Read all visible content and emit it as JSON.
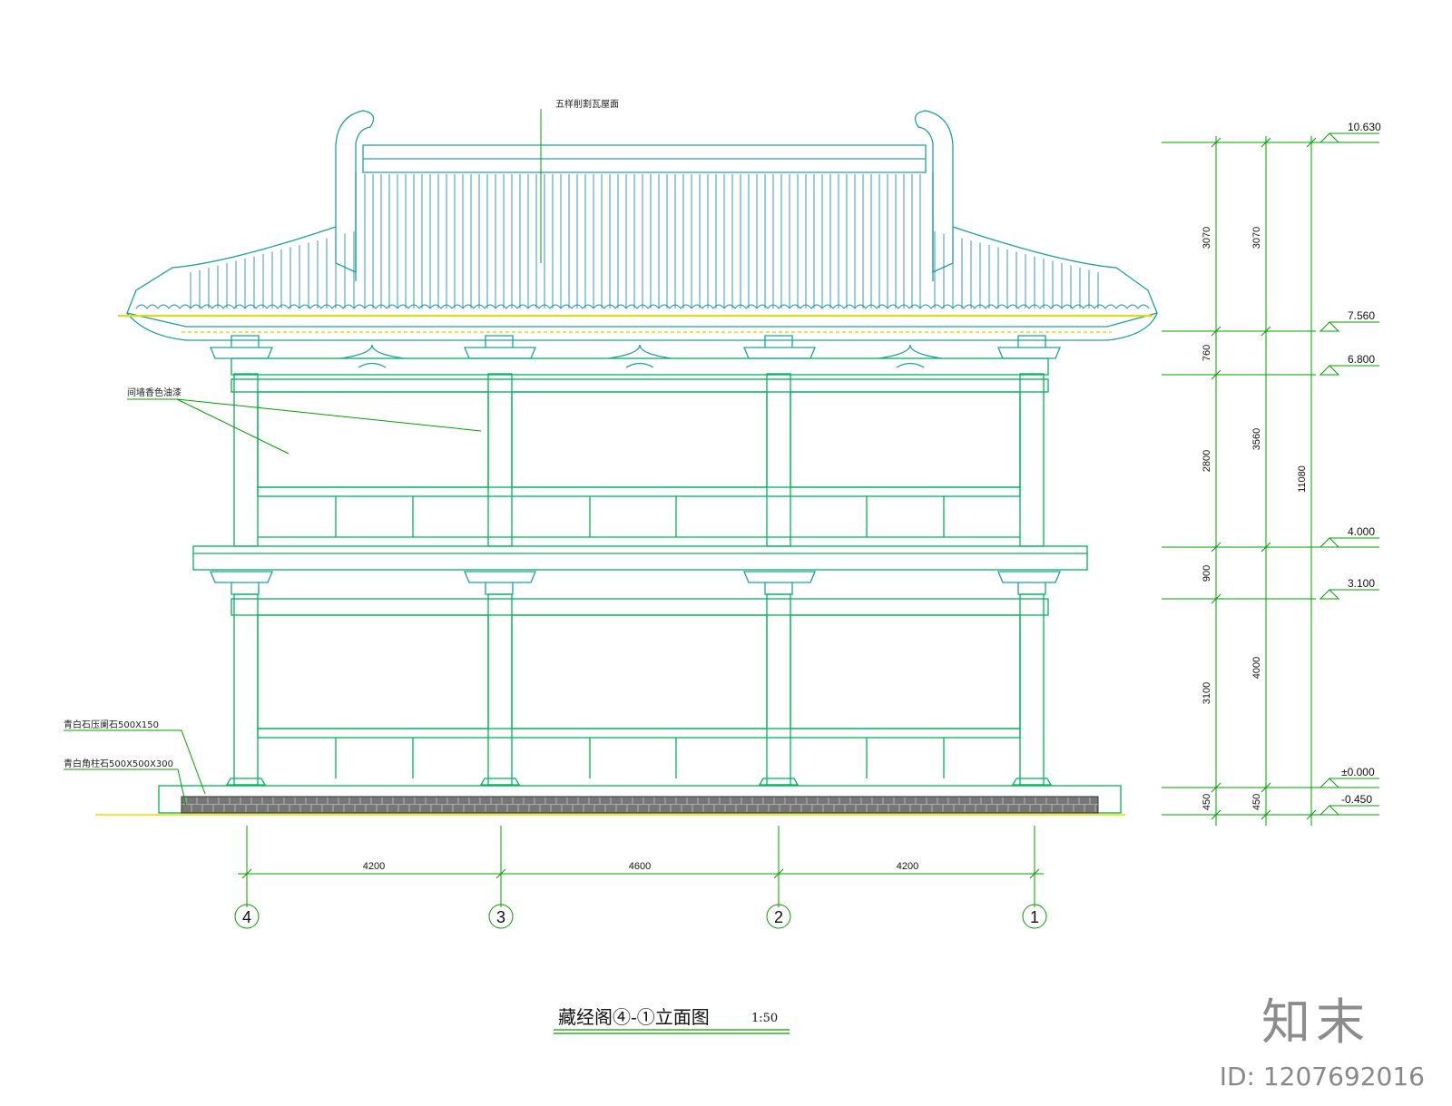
{
  "title": {
    "main": "藏经阁④-①立面图",
    "scale": "1:50"
  },
  "notes": {
    "roof": "五样削割瓦屋面",
    "wall": "间墙香色油漆",
    "stone_band": "青白石压阑石500X150",
    "corner_stone": "青白角柱石500X500X300"
  },
  "axis_labels": [
    "4",
    "3",
    "2",
    "1"
  ],
  "bay_dimensions": [
    "4200",
    "4600",
    "4200"
  ],
  "vertical_dims": {
    "inner": [
      "3070",
      "760",
      "2800",
      "900",
      "3100",
      "450"
    ],
    "middle": [
      "3070",
      "3560",
      "4000",
      "450"
    ],
    "total": "11080"
  },
  "levels": [
    "10.630",
    "7.560",
    "6.800",
    "4.000",
    "3.100",
    "±0.000",
    "-0.450"
  ],
  "watermark": {
    "logo": "知末",
    "id": "ID: 1207692016"
  },
  "colors": {
    "structure": "#00b35a",
    "roof": "#1aa39a",
    "eave_accent": "#e0e000",
    "dim_line": "#00a000",
    "platform": "#333333"
  }
}
